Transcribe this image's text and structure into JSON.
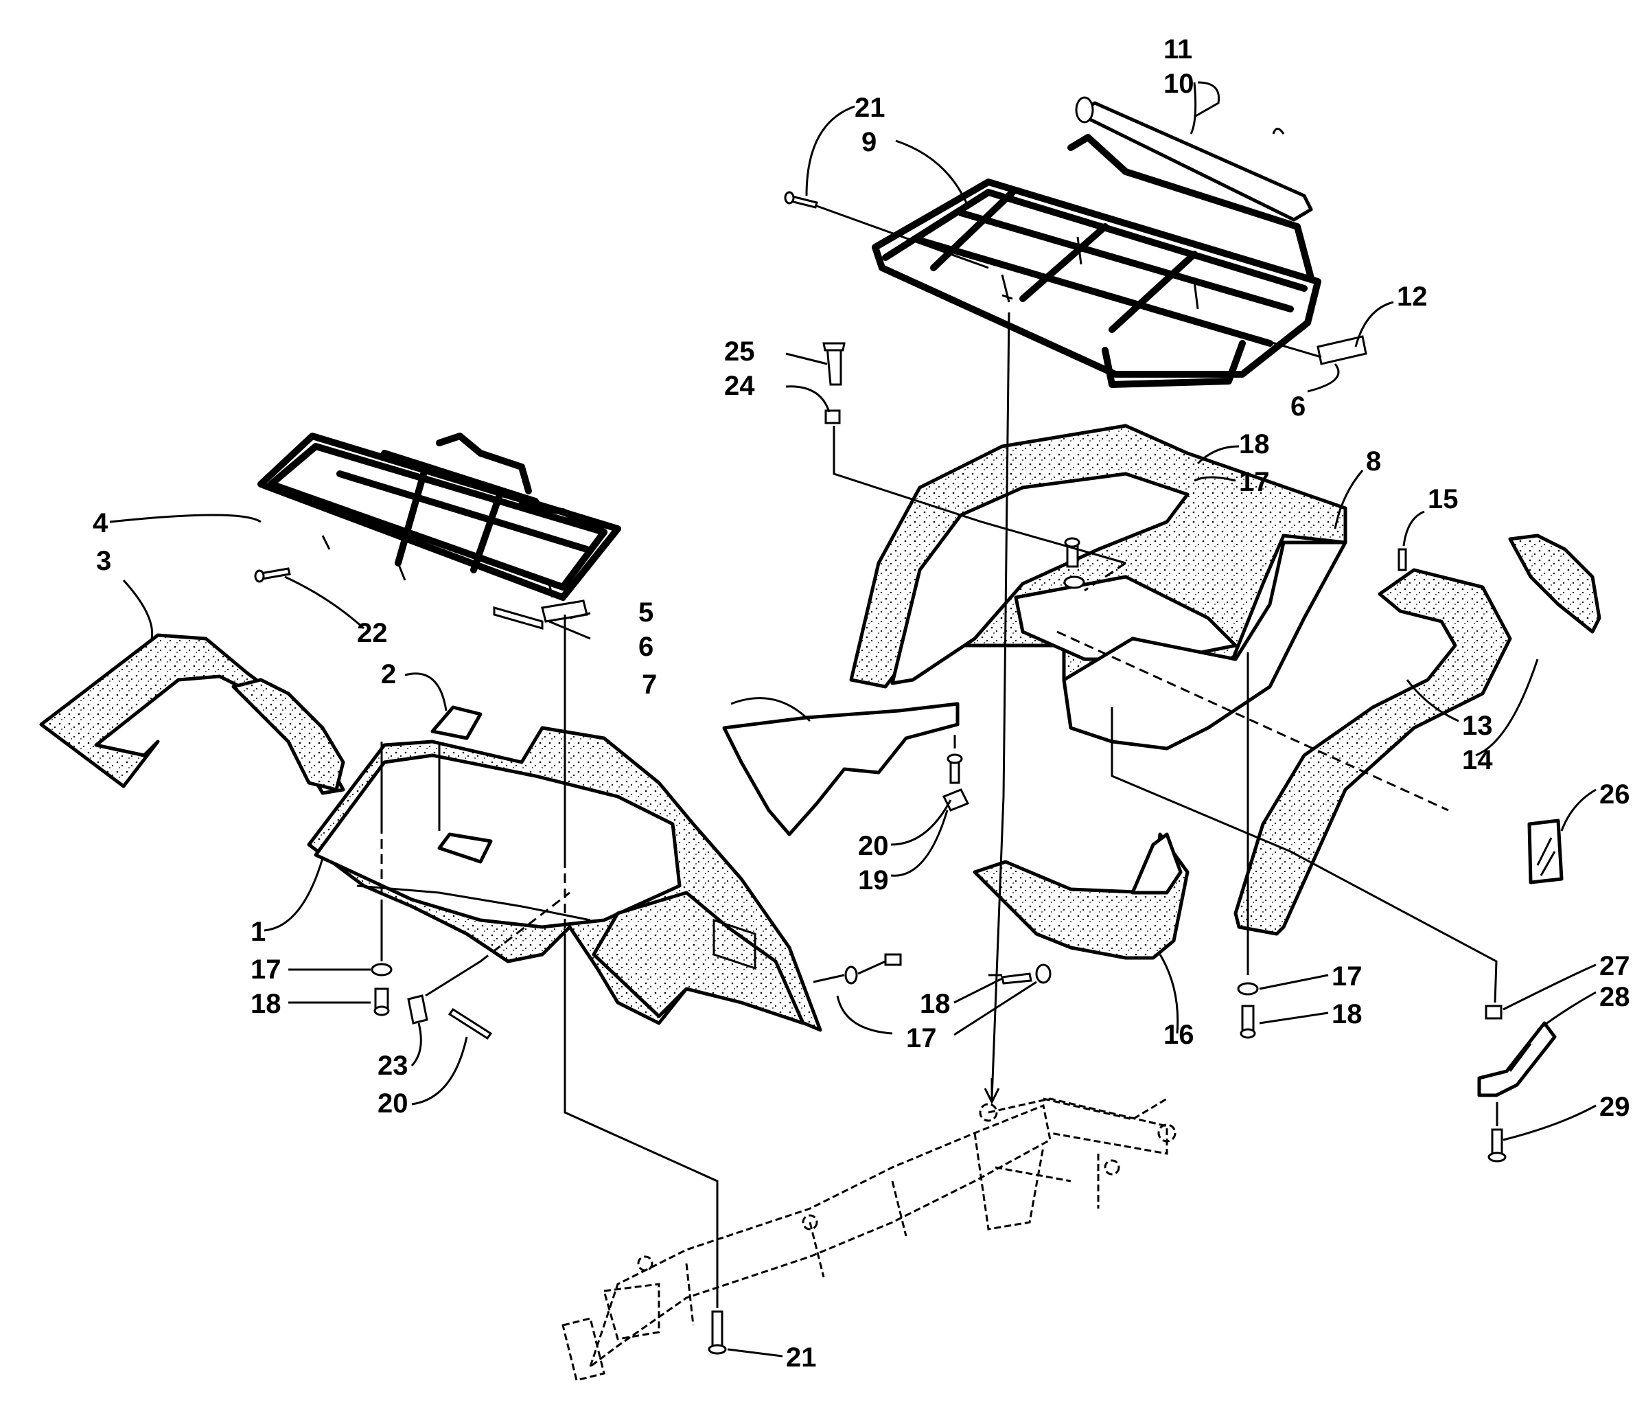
{
  "callouts": {
    "c1": "1",
    "c2": "2",
    "c3": "3",
    "c4": "4",
    "c5": "5",
    "c6a": "6",
    "c6b": "6",
    "c7": "7",
    "c8": "8",
    "c9": "9",
    "c10": "10",
    "c11": "11",
    "c12": "12",
    "c13": "13",
    "c14": "14",
    "c15": "15",
    "c16": "16",
    "c17a": "17",
    "c17b": "17",
    "c17c": "17",
    "c17d": "17",
    "c18a": "18",
    "c18b": "18",
    "c18c": "18",
    "c18d": "18",
    "c19": "19",
    "c20a": "20",
    "c20b": "20",
    "c21a": "21",
    "c21b": "21",
    "c22": "22",
    "c23": "23",
    "c24": "24",
    "c25": "25",
    "c26": "26",
    "c27": "27",
    "c28": "28",
    "c29": "29"
  }
}
